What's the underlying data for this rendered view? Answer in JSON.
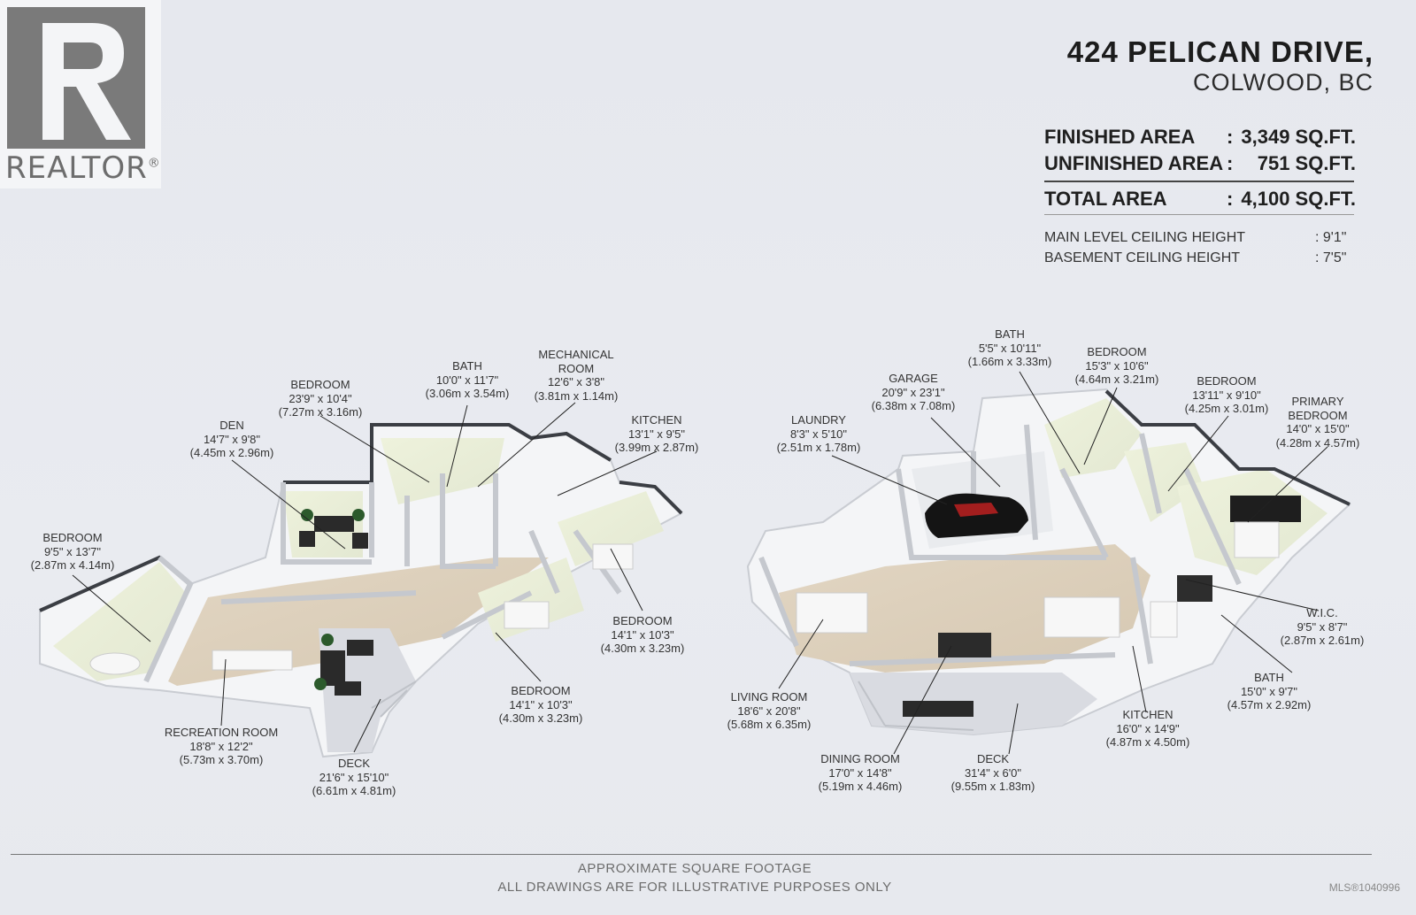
{
  "logo": {
    "wordmark": "REALTOR",
    "registered": "®"
  },
  "header": {
    "title": "424 PELICAN DRIVE,",
    "subtitle": "COLWOOD, BC"
  },
  "areas": [
    {
      "label": "FINISHED AREA",
      "sep": ":",
      "value": "3,349 SQ.FT."
    },
    {
      "label": "UNFINISHED AREA",
      "sep": ":",
      "value": "751 SQ.FT."
    }
  ],
  "total_area": {
    "label": "TOTAL AREA",
    "sep": ":",
    "value": "4,100 SQ.FT."
  },
  "ceilings": [
    {
      "label": "MAIN LEVEL CEILING HEIGHT",
      "value": ": 9'1\""
    },
    {
      "label": "BASEMENT CEILING HEIGHT",
      "value": ": 7'5\""
    }
  ],
  "lower_level_rooms": [
    {
      "name": "BEDROOM",
      "imperial": "9'5\" x 13'7\"",
      "metric": "(2.87m x 4.14m)"
    },
    {
      "name": "DEN",
      "imperial": "14'7\" x 9'8\"",
      "metric": "(4.45m x 2.96m)"
    },
    {
      "name": "BEDROOM",
      "imperial": "23'9\" x 10'4\"",
      "metric": "(7.27m x 3.16m)"
    },
    {
      "name": "BATH",
      "imperial": "10'0\" x 11'7\"",
      "metric": "(3.06m x 3.54m)"
    },
    {
      "name": "MECHANICAL\nROOM",
      "imperial": "12'6\" x 3'8\"",
      "metric": "(3.81m x 1.14m)"
    },
    {
      "name": "KITCHEN",
      "imperial": "13'1\" x 9'5\"",
      "metric": "(3.99m x 2.87m)"
    },
    {
      "name": "BEDROOM",
      "imperial": "14'1\" x 10'3\"",
      "metric": "(4.30m x 3.23m)"
    },
    {
      "name": "BEDROOM",
      "imperial": "14'1\" x 10'3\"",
      "metric": "(4.30m x 3.23m)"
    },
    {
      "name": "RECREATION ROOM",
      "imperial": "18'8\" x 12'2\"",
      "metric": "(5.73m x 3.70m)"
    },
    {
      "name": "DECK",
      "imperial": "21'6\" x 15'10\"",
      "metric": "(6.61m x 4.81m)"
    }
  ],
  "main_level_rooms": [
    {
      "name": "LAUNDRY",
      "imperial": "8'3\" x 5'10\"",
      "metric": "(2.51m x 1.78m)"
    },
    {
      "name": "GARAGE",
      "imperial": "20'9\" x 23'1\"",
      "metric": "(6.38m x 7.08m)"
    },
    {
      "name": "BATH",
      "imperial": "5'5\" x 10'11\"",
      "metric": "(1.66m x 3.33m)"
    },
    {
      "name": "BEDROOM",
      "imperial": "15'3\" x 10'6\"",
      "metric": "(4.64m x 3.21m)"
    },
    {
      "name": "BEDROOM",
      "imperial": "13'11\" x 9'10\"",
      "metric": "(4.25m x 3.01m)"
    },
    {
      "name": "PRIMARY\nBEDROOM",
      "imperial": "14'0\" x 15'0\"",
      "metric": "(4.28m x 4.57m)"
    },
    {
      "name": "W.I.C.",
      "imperial": "9'5\" x 8'7\"",
      "metric": "(2.87m x 2.61m)"
    },
    {
      "name": "BATH",
      "imperial": "15'0\" x 9'7\"",
      "metric": "(4.57m x 2.92m)"
    },
    {
      "name": "KITCHEN",
      "imperial": "16'0\" x 14'9\"",
      "metric": "(4.87m x 4.50m)"
    },
    {
      "name": "DECK",
      "imperial": "31'4\" x 6'0\"",
      "metric": "(9.55m x 1.83m)"
    },
    {
      "name": "DINING ROOM",
      "imperial": "17'0\" x 14'8\"",
      "metric": "(5.19m x 4.46m)"
    },
    {
      "name": "LIVING ROOM",
      "imperial": "18'6\" x 20'8\"",
      "metric": "(5.68m x 6.35m)"
    }
  ],
  "footer": {
    "line1": "APPROXIMATE SQUARE FOOTAGE",
    "line2": "ALL DRAWINGS ARE FOR ILLUSTRATIVE PURPOSES ONLY",
    "mls": "MLS®1040996"
  },
  "colors": {
    "wall": "#ffffff",
    "wall_shadow": "#cfd2d8",
    "floor": "#d9ccb8",
    "wall_cap": "#3b3e44",
    "room_floor": "#e9ecdf"
  }
}
